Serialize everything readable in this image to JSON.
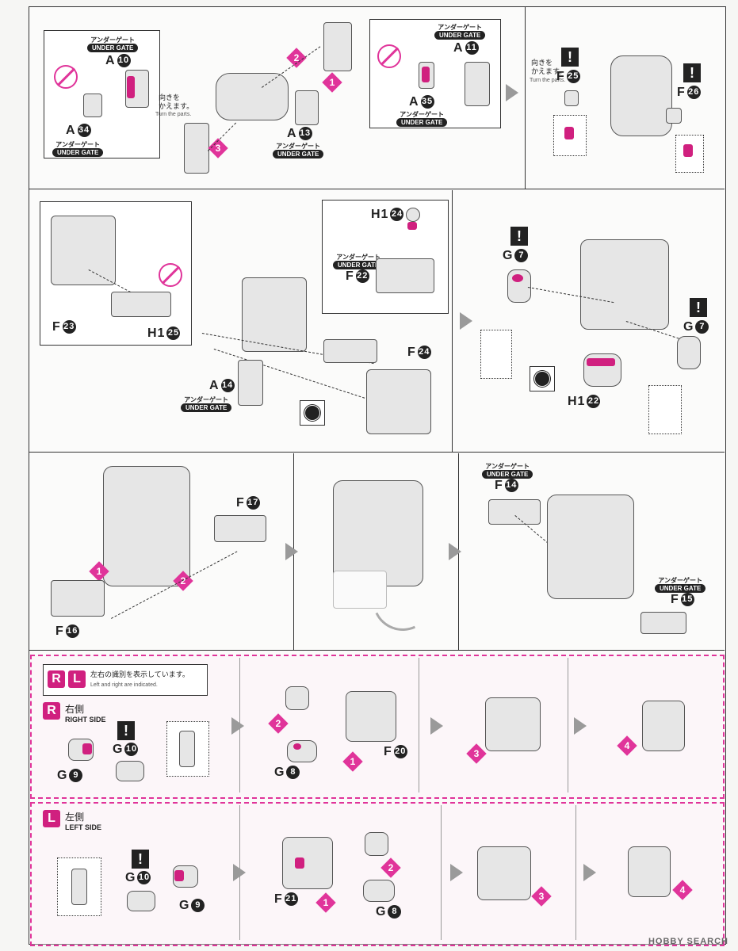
{
  "labels": {
    "ug_jp": "アンダーゲート",
    "ug_en": "UNDER GATE",
    "turn_jp_1": "向きを",
    "turn_jp_2": "かえます。",
    "turn_en": "Turn the parts."
  },
  "section1": {
    "a10": {
      "letter": "A",
      "num": "10"
    },
    "a34": {
      "letter": "A",
      "num": "34"
    },
    "a13": {
      "letter": "A",
      "num": "13"
    },
    "a11": {
      "letter": "A",
      "num": "11"
    },
    "a35": {
      "letter": "A",
      "num": "35"
    },
    "f25": {
      "letter": "F",
      "num": "25"
    },
    "f26": {
      "letter": "F",
      "num": "26"
    },
    "steps": [
      "1",
      "2",
      "3"
    ]
  },
  "section2": {
    "f23": {
      "letter": "F",
      "num": "23"
    },
    "h1_25": {
      "letter": "H1",
      "num": "25"
    },
    "h1_24": {
      "letter": "H1",
      "num": "24"
    },
    "f22": {
      "letter": "F",
      "num": "22"
    },
    "a14": {
      "letter": "A",
      "num": "14"
    },
    "f24": {
      "letter": "F",
      "num": "24"
    },
    "g7a": {
      "letter": "G",
      "num": "7"
    },
    "g7b": {
      "letter": "G",
      "num": "7"
    },
    "h1_22": {
      "letter": "H1",
      "num": "22"
    }
  },
  "section3": {
    "f17": {
      "letter": "F",
      "num": "17"
    },
    "f16": {
      "letter": "F",
      "num": "16"
    },
    "f14": {
      "letter": "F",
      "num": "14"
    },
    "f15": {
      "letter": "F",
      "num": "15"
    },
    "steps": [
      "1",
      "2"
    ]
  },
  "rl_legend": {
    "r": "R",
    "l": "L",
    "jp": "左右の識別を表示しています。",
    "en": "Left and right are indicated."
  },
  "right_side": {
    "title_jp": "右側",
    "title_en": "RIGHT SIDE",
    "g10": {
      "letter": "G",
      "num": "10"
    },
    "g9": {
      "letter": "G",
      "num": "9"
    },
    "g8": {
      "letter": "G",
      "num": "8"
    },
    "f20": {
      "letter": "F",
      "num": "20"
    },
    "steps": [
      "1",
      "2",
      "3",
      "4"
    ]
  },
  "left_side": {
    "title_jp": "左側",
    "title_en": "LEFT SIDE",
    "g10": {
      "letter": "G",
      "num": "10"
    },
    "g9": {
      "letter": "G",
      "num": "9"
    },
    "g8": {
      "letter": "G",
      "num": "8"
    },
    "f21": {
      "letter": "F",
      "num": "21"
    },
    "steps": [
      "1",
      "2",
      "3",
      "4"
    ]
  },
  "watermark": "HOBBY SEARCH",
  "colors": {
    "accent": "#d0207f",
    "line": "#333333"
  }
}
